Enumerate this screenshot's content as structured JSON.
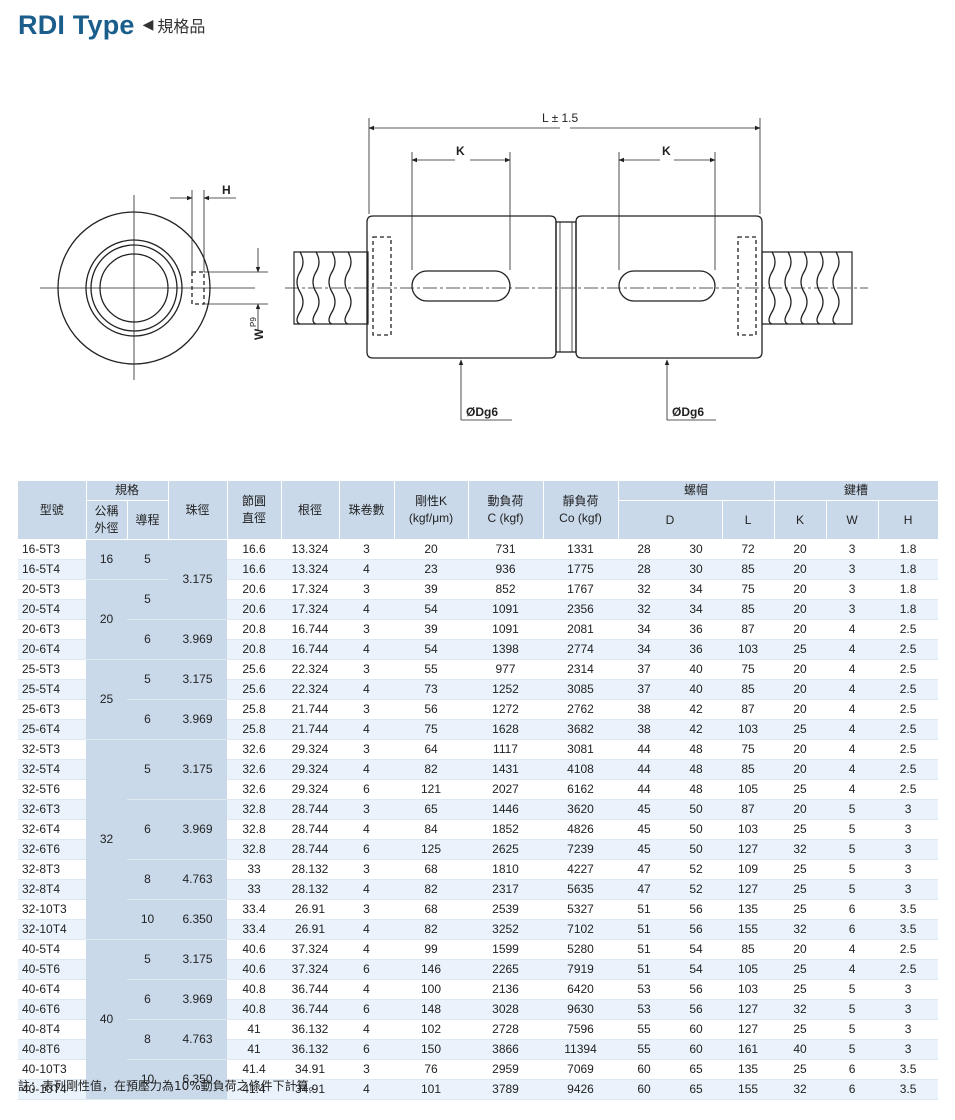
{
  "header": {
    "title": "RDI Type",
    "arrow": "◀",
    "subtitle": "規格品"
  },
  "drawing": {
    "dim_length": "L ± 1.5",
    "dim_k_left": "K",
    "dim_k_right": "K",
    "dim_h": "H",
    "dim_w": "W",
    "dim_w_tol": "P9",
    "dim_d_left": "ØDg6",
    "dim_d_right": "ØDg6"
  },
  "table": {
    "headers": {
      "model": "型號",
      "spec": "規格",
      "nominal_od_l1": "公稱",
      "nominal_od_l2": "外徑",
      "lead": "導程",
      "ball_dia": "珠徑",
      "pitch_circle_l1": "節圓",
      "pitch_circle_l2": "直徑",
      "root_dia": "根徑",
      "turns": "珠卷數",
      "stiffness_l1": "剛性K",
      "stiffness_l2": "(kgf/μm)",
      "dynamic_l1": "動負荷",
      "dynamic_l2": "C (kgf)",
      "static_l1": "靜負荷",
      "static_l2": "Co (kgf)",
      "nut": "螺帽",
      "nut_d": "D",
      "nut_l": "L",
      "keyway": "鍵槽",
      "key_k": "K",
      "key_w": "W",
      "key_h": "H"
    },
    "od_groups": [
      {
        "value": "16",
        "rows": 2
      },
      {
        "value": "20",
        "rows": 4
      },
      {
        "value": "25",
        "rows": 4
      },
      {
        "value": "32",
        "rows": 10
      },
      {
        "value": "40",
        "rows": 8
      }
    ],
    "lead_groups": [
      {
        "value": "5",
        "rows": 2
      },
      {
        "value": "5",
        "rows": 2
      },
      {
        "value": "6",
        "rows": 2
      },
      {
        "value": "5",
        "rows": 2
      },
      {
        "value": "6",
        "rows": 2
      },
      {
        "value": "5",
        "rows": 3
      },
      {
        "value": "6",
        "rows": 3
      },
      {
        "value": "8",
        "rows": 2
      },
      {
        "value": "10",
        "rows": 2
      },
      {
        "value": "5",
        "rows": 2
      },
      {
        "value": "6",
        "rows": 2
      },
      {
        "value": "8",
        "rows": 2
      },
      {
        "value": "10",
        "rows": 2
      }
    ],
    "ball_groups": [
      {
        "value": "3.175",
        "rows": 4
      },
      {
        "value": "3.969",
        "rows": 2
      },
      {
        "value": "3.175",
        "rows": 2
      },
      {
        "value": "3.969",
        "rows": 2
      },
      {
        "value": "3.175",
        "rows": 3
      },
      {
        "value": "3.969",
        "rows": 3
      },
      {
        "value": "4.763",
        "rows": 2
      },
      {
        "value": "6.350",
        "rows": 2
      },
      {
        "value": "3.175",
        "rows": 2
      },
      {
        "value": "3.969",
        "rows": 2
      },
      {
        "value": "4.763",
        "rows": 2
      },
      {
        "value": "6.350",
        "rows": 2
      }
    ],
    "rows": [
      [
        "16-5T3",
        "16.6",
        "13.324",
        "3",
        "20",
        "731",
        "1331",
        "28",
        "30",
        "72",
        "20",
        "3",
        "1.8"
      ],
      [
        "16-5T4",
        "16.6",
        "13.324",
        "4",
        "23",
        "936",
        "1775",
        "28",
        "30",
        "85",
        "20",
        "3",
        "1.8"
      ],
      [
        "20-5T3",
        "20.6",
        "17.324",
        "3",
        "39",
        "852",
        "1767",
        "32",
        "34",
        "75",
        "20",
        "3",
        "1.8"
      ],
      [
        "20-5T4",
        "20.6",
        "17.324",
        "4",
        "54",
        "1091",
        "2356",
        "32",
        "34",
        "85",
        "20",
        "3",
        "1.8"
      ],
      [
        "20-6T3",
        "20.8",
        "16.744",
        "3",
        "39",
        "1091",
        "2081",
        "34",
        "36",
        "87",
        "20",
        "4",
        "2.5"
      ],
      [
        "20-6T4",
        "20.8",
        "16.744",
        "4",
        "54",
        "1398",
        "2774",
        "34",
        "36",
        "103",
        "25",
        "4",
        "2.5"
      ],
      [
        "25-5T3",
        "25.6",
        "22.324",
        "3",
        "55",
        "977",
        "2314",
        "37",
        "40",
        "75",
        "20",
        "4",
        "2.5"
      ],
      [
        "25-5T4",
        "25.6",
        "22.324",
        "4",
        "73",
        "1252",
        "3085",
        "37",
        "40",
        "85",
        "20",
        "4",
        "2.5"
      ],
      [
        "25-6T3",
        "25.8",
        "21.744",
        "3",
        "56",
        "1272",
        "2762",
        "38",
        "42",
        "87",
        "20",
        "4",
        "2.5"
      ],
      [
        "25-6T4",
        "25.8",
        "21.744",
        "4",
        "75",
        "1628",
        "3682",
        "38",
        "42",
        "103",
        "25",
        "4",
        "2.5"
      ],
      [
        "32-5T3",
        "32.6",
        "29.324",
        "3",
        "64",
        "1117",
        "3081",
        "44",
        "48",
        "75",
        "20",
        "4",
        "2.5"
      ],
      [
        "32-5T4",
        "32.6",
        "29.324",
        "4",
        "82",
        "1431",
        "4108",
        "44",
        "48",
        "85",
        "20",
        "4",
        "2.5"
      ],
      [
        "32-5T6",
        "32.6",
        "29.324",
        "6",
        "121",
        "2027",
        "6162",
        "44",
        "48",
        "105",
        "25",
        "4",
        "2.5"
      ],
      [
        "32-6T3",
        "32.8",
        "28.744",
        "3",
        "65",
        "1446",
        "3620",
        "45",
        "50",
        "87",
        "20",
        "5",
        "3"
      ],
      [
        "32-6T4",
        "32.8",
        "28.744",
        "4",
        "84",
        "1852",
        "4826",
        "45",
        "50",
        "103",
        "25",
        "5",
        "3"
      ],
      [
        "32-6T6",
        "32.8",
        "28.744",
        "6",
        "125",
        "2625",
        "7239",
        "45",
        "50",
        "127",
        "32",
        "5",
        "3"
      ],
      [
        "32-8T3",
        "33",
        "28.132",
        "3",
        "68",
        "1810",
        "4227",
        "47",
        "52",
        "109",
        "25",
        "5",
        "3"
      ],
      [
        "32-8T4",
        "33",
        "28.132",
        "4",
        "82",
        "2317",
        "5635",
        "47",
        "52",
        "127",
        "25",
        "5",
        "3"
      ],
      [
        "32-10T3",
        "33.4",
        "26.91",
        "3",
        "68",
        "2539",
        "5327",
        "51",
        "56",
        "135",
        "25",
        "6",
        "3.5"
      ],
      [
        "32-10T4",
        "33.4",
        "26.91",
        "4",
        "82",
        "3252",
        "7102",
        "51",
        "56",
        "155",
        "32",
        "6",
        "3.5"
      ],
      [
        "40-5T4",
        "40.6",
        "37.324",
        "4",
        "99",
        "1599",
        "5280",
        "51",
        "54",
        "85",
        "20",
        "4",
        "2.5"
      ],
      [
        "40-5T6",
        "40.6",
        "37.324",
        "6",
        "146",
        "2265",
        "7919",
        "51",
        "54",
        "105",
        "25",
        "4",
        "2.5"
      ],
      [
        "40-6T4",
        "40.8",
        "36.744",
        "4",
        "100",
        "2136",
        "6420",
        "53",
        "56",
        "103",
        "25",
        "5",
        "3"
      ],
      [
        "40-6T6",
        "40.8",
        "36.744",
        "6",
        "148",
        "3028",
        "9630",
        "53",
        "56",
        "127",
        "32",
        "5",
        "3"
      ],
      [
        "40-8T4",
        "41",
        "36.132",
        "4",
        "102",
        "2728",
        "7596",
        "55",
        "60",
        "127",
        "25",
        "5",
        "3"
      ],
      [
        "40-8T6",
        "41",
        "36.132",
        "6",
        "150",
        "3866",
        "11394",
        "55",
        "60",
        "161",
        "40",
        "5",
        "3"
      ],
      [
        "40-10T3",
        "41.4",
        "34.91",
        "3",
        "76",
        "2959",
        "7069",
        "60",
        "65",
        "135",
        "25",
        "6",
        "3.5"
      ],
      [
        "40-10T4",
        "41.4",
        "34.91",
        "4",
        "101",
        "3789",
        "9426",
        "60",
        "65",
        "155",
        "32",
        "6",
        "3.5"
      ]
    ]
  },
  "note": "註：表列剛性值，在預壓力為10%動負荷之條件下計算。",
  "colors": {
    "title": "#1b5e8c",
    "header_bg": "#c9d9ea",
    "row_alt": "#eaf3fb"
  }
}
